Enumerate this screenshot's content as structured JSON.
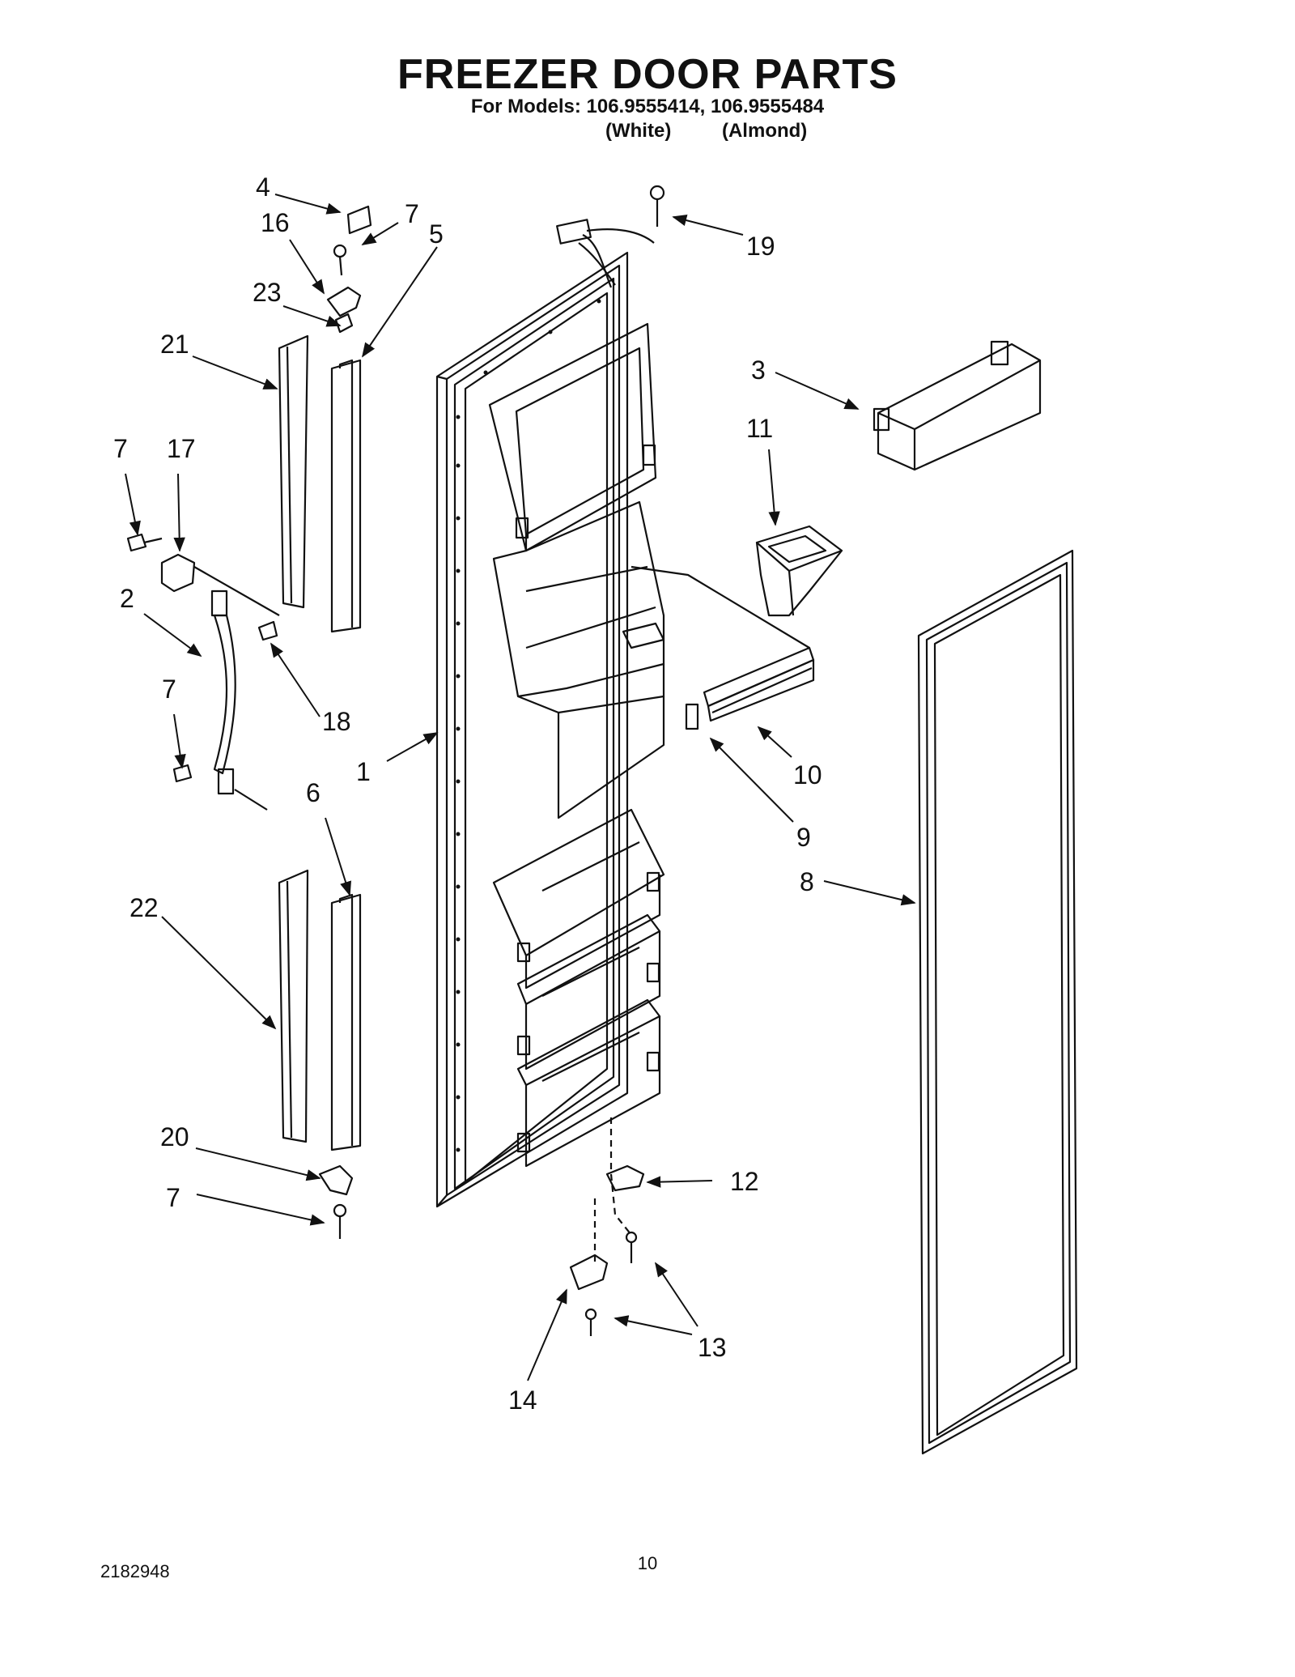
{
  "title": "FREEZER DOOR PARTS",
  "models_line": "For Models: 106.9555414, 106.9555484",
  "color_labels": [
    "(White)",
    "(Almond)"
  ],
  "callouts": [
    "1",
    "2",
    "3",
    "4",
    "5",
    "6",
    "7",
    "8",
    "9",
    "10",
    "11",
    "12",
    "13",
    "14",
    "16",
    "17",
    "18",
    "19",
    "20",
    "21",
    "22",
    "23"
  ],
  "footer": {
    "doc_number": "2182948",
    "page_number": "10"
  }
}
